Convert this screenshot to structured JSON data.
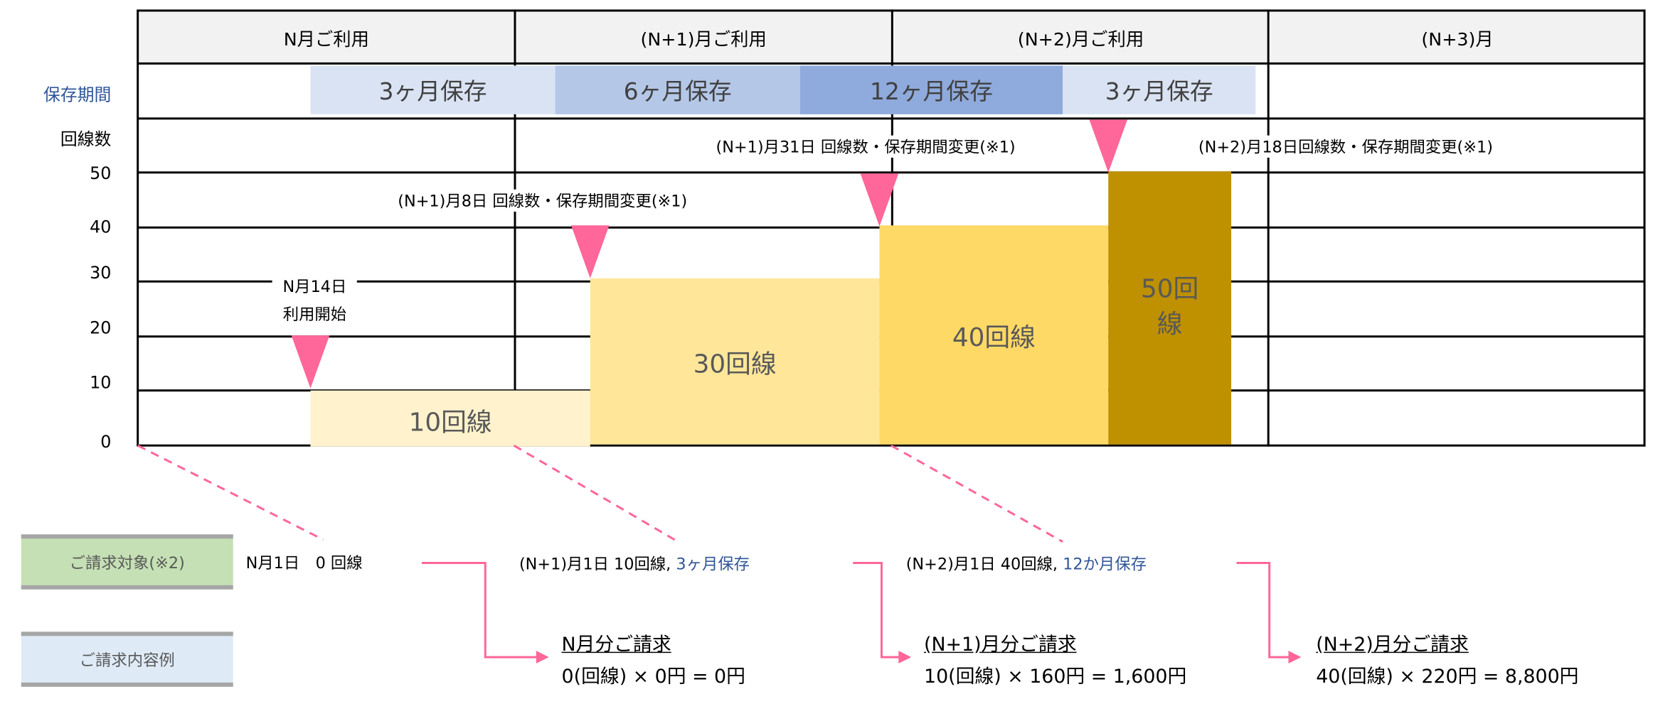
{
  "columns": [
    "N月ご利用",
    "(N+1)月ご利用",
    "(N+2)月ご利用",
    "(N+3)月"
  ],
  "row_labels": {
    "storage": "保存期間",
    "lines": "回線数"
  },
  "y_ticks": [
    "50",
    "40",
    "30",
    "20",
    "10",
    "0"
  ],
  "storage_periods": [
    {
      "label": "3ヶ月保存",
      "color": "#dae3f3"
    },
    {
      "label": "6ヶ月保存",
      "color": "#b4c7e7"
    },
    {
      "label": "12ヶ月保存",
      "color": "#8faadc"
    },
    {
      "label": "3ヶ月保存",
      "color": "#dae3f3"
    }
  ],
  "line_steps": [
    {
      "label": "10回線",
      "value": 10,
      "color": "#fff2cc"
    },
    {
      "label": "30回線",
      "value": 30,
      "color": "#ffe699"
    },
    {
      "label": "40回線",
      "value": 40,
      "color": "#ffd966"
    },
    {
      "label": "50回線",
      "value": 50,
      "color": "#bf9000"
    }
  ],
  "events": [
    "N月14日",
    "利用開始",
    "(N+1)月8日 回線数・保存期間変更(※1)",
    "(N+1)月31日 回線数・保存期間変更(※1)",
    "(N+2)月18日回線数・保存期間変更(※1)"
  ],
  "legend": {
    "billing_target": "ご請求対象(※2)",
    "billing_example": "ご請求内容例"
  },
  "snapshots": [
    {
      "text": "N月1日　0 回線",
      "storage": ""
    },
    {
      "text": "(N+1)月1日 10回線, ",
      "storage": "3ヶ月保存"
    },
    {
      "text": "(N+2)月1日 40回線, ",
      "storage": "12か月保存"
    }
  ],
  "invoices": [
    {
      "title": "N月分ご請求",
      "formula": "0(回線) × 0円 = 0円"
    },
    {
      "title": "(N+1)月分ご請求",
      "formula": "10(回線) × 160円 = 1,600円"
    },
    {
      "title": "(N+2)月分ご請求",
      "formula": "40(回線) × 220円 = 8,800円"
    }
  ],
  "colors": {
    "marker": "#ff6699",
    "header_bg": "#f2f2f2",
    "storage_text": "#2f5597"
  }
}
